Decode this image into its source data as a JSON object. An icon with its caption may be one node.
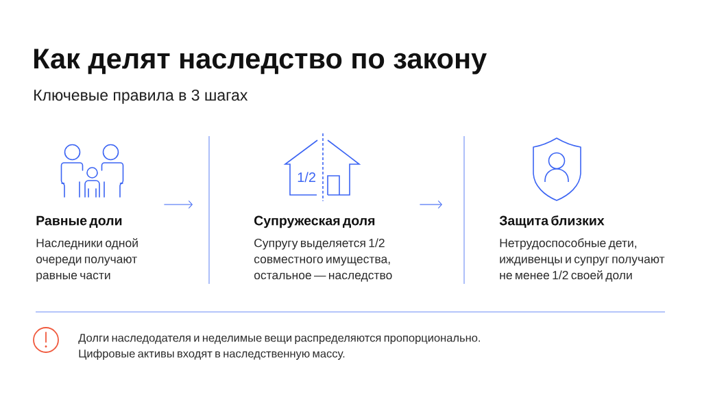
{
  "diagram": {
    "title": "Как делят наследство по закону",
    "nodes": [
      {
        "text": [
          "Равные доли",
          "Наследники одной очереди получают равные части"
        ]
      },
      {
        "text": [
          "Супружеская доля",
          "Супругу выделяется 1/2 совместного имущества, остальное — наследство"
        ]
      },
      {
        "text": [
          "Защита близких",
          "Нетрудоспособные дети, иждивенцы и супруг получают не менее 1/2 своей доли"
        ]
      }
    ],
    "edges": [
      {
        "from": 0,
        "to": 1,
        "arrow": "to"
      },
      {
        "from": 1,
        "to": 2,
        "arrow": "to"
      }
    ],
    "labels": [
      "Ключевые правила в 3 шагах",
      "1/2",
      "Долги наследодателя и неделимые вещи распределяются пропорционально. Цифровые активы входят в наследственную массу."
    ]
  }
}
